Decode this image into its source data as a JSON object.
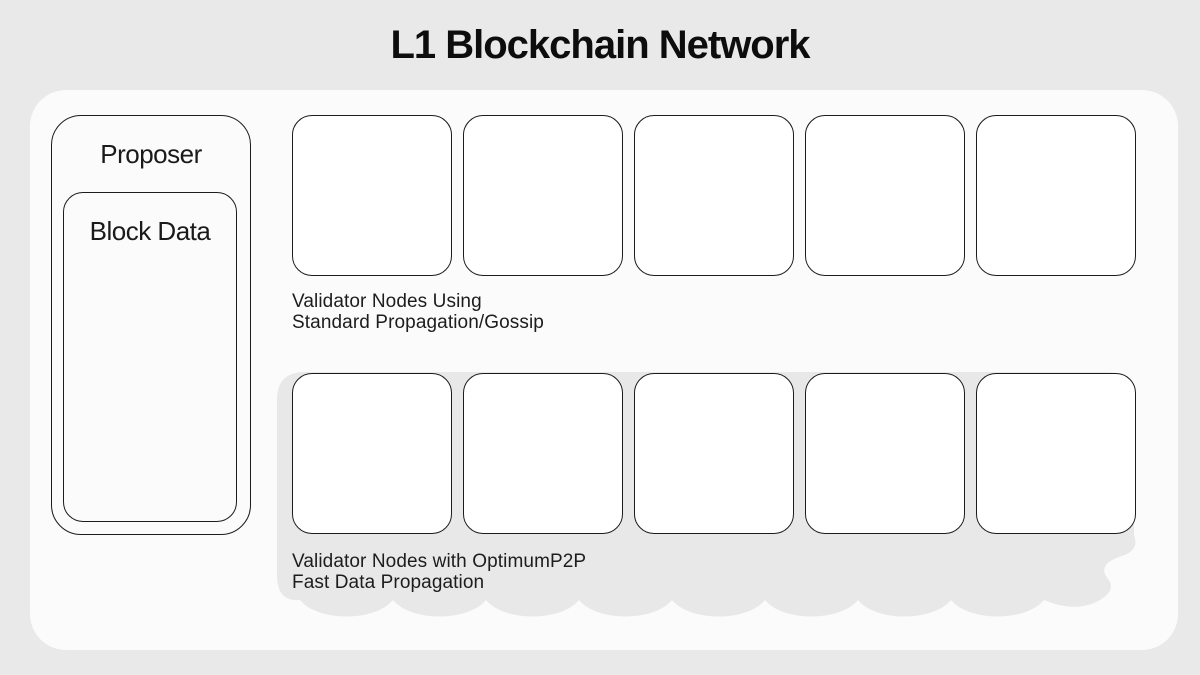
{
  "title": "L1 Blockchain Network",
  "proposer": {
    "label": "Proposer",
    "block_data_label": "Block Data"
  },
  "standard_group": {
    "node_count": 5,
    "caption_line1": "Validator Nodes Using",
    "caption_line2": "Standard Propagation/Gossip"
  },
  "optimum_group": {
    "node_count": 5,
    "caption_line1": "Validator Nodes with OptimumP2P",
    "caption_line2": "Fast Data Propagation"
  },
  "colors": {
    "page_bg": "#e9e9e9",
    "panel_bg": "#fbfbfb",
    "node_fill": "#ffffff",
    "line": "#1c1c1c",
    "blob": "#e8e8e8",
    "text": "#1a1a1a"
  }
}
